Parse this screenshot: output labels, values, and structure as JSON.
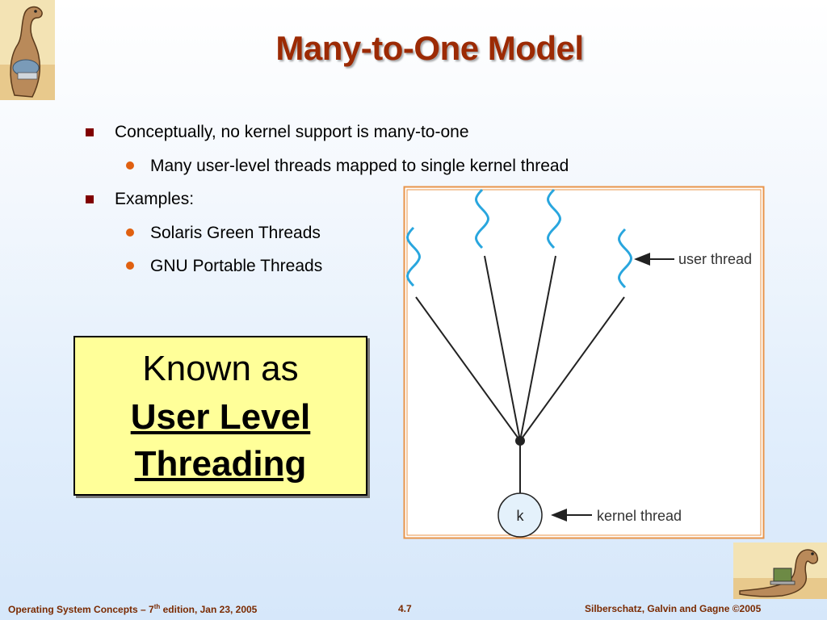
{
  "slide": {
    "title": "Many-to-One Model",
    "bullets": [
      {
        "text": "Conceptually, no kernel support is many-to-one",
        "sub": [
          "Many user-level threads mapped to single kernel thread"
        ]
      },
      {
        "text": "Examples:",
        "sub": [
          "Solaris Green Threads",
          "GNU Portable Threads"
        ]
      }
    ],
    "callout": {
      "line1": "Known as",
      "line2": "User Level",
      "line3": "Threading"
    }
  },
  "diagram": {
    "user_thread_label": "user thread",
    "kernel_thread_label": "kernel thread",
    "kernel_node_label": "k"
  },
  "footer": {
    "left_prefix": "Operating System Concepts – 7",
    "left_sup": "th",
    "left_suffix": " edition, Jan 23, 2005",
    "center": "4.7",
    "right": "Silberschatz, Galvin and Gagne ©2005"
  },
  "colors": {
    "title": "#9c2a04",
    "thread_wave": "#29a6de",
    "bullet_square": "#800000",
    "bullet_dot": "#e06010",
    "callout_bg": "#ffff99",
    "diagram_border": "#e8944a"
  },
  "icons": [
    "dinosaur-logo-icon",
    "dinosaur-computer-icon"
  ]
}
